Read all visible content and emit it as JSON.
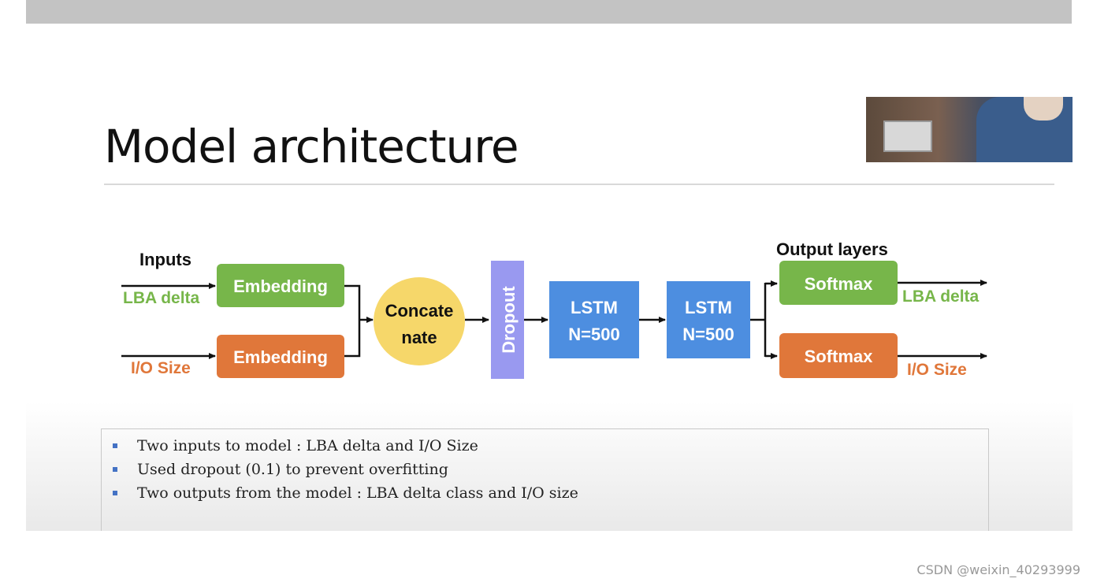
{
  "slide": {
    "title": "Model architecture",
    "bullets": [
      "Two inputs to model : LBA delta and I/O Size",
      "Used dropout (0.1) to prevent overfitting",
      "Two outputs from the model : LBA delta class and I/O size"
    ]
  },
  "diagram": {
    "inputs_heading": "Inputs",
    "outputs_heading": "Output layers",
    "input_lba_label": "LBA delta",
    "input_io_label": "I/O Size",
    "embedding_top": "Embedding",
    "embedding_bottom": "Embedding",
    "concat_line1": "Concate",
    "concat_line2": "nate",
    "dropout": "Dropout",
    "lstm1_line1": "LSTM",
    "lstm1_line2": "N=500",
    "lstm2_line1": "LSTM",
    "lstm2_line2": "N=500",
    "softmax_top": "Softmax",
    "softmax_bottom": "Softmax",
    "output_lba_label": "LBA delta",
    "output_io_label": "I/O Size",
    "colors": {
      "green": "#77b64a",
      "orange": "#e0773a",
      "yellow": "#f6d76a",
      "purple": "#9999f0",
      "blue": "#4d8ee0"
    }
  },
  "watermark": "CSDN @weixin_40293999"
}
